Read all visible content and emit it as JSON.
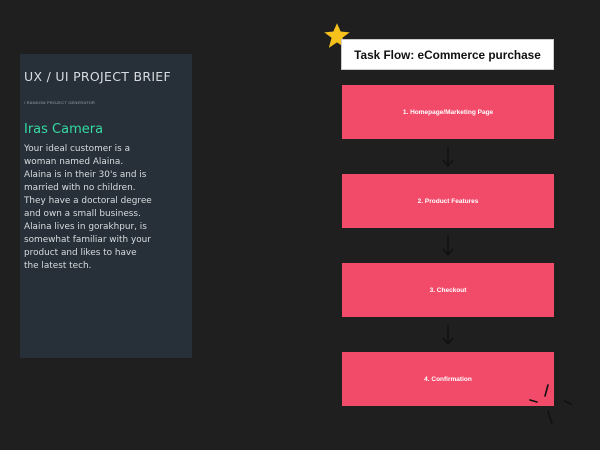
{
  "brief": {
    "title": "UX / UI PROJECT BRIEF",
    "subtitle": "/ RANDOM PROJECT GENERATOR",
    "name": "Iras Camera",
    "body": "Your ideal customer is a woman named Alaina. Alaina is in their 30's and is married with no children. They have a doctoral degree and own a small business. Alaina lives in gorakhpur, is somewhat familiar with your product and likes to have the latest tech."
  },
  "task_flow": {
    "title": "Task Flow: eCommerce purchase",
    "steps": [
      {
        "label": "1. Homepage/Marketing Page"
      },
      {
        "label": "2. Product Features"
      },
      {
        "label": "3. Checkout"
      },
      {
        "label": "4. Confirmation"
      }
    ]
  },
  "colors": {
    "step_box": "#f24b6a",
    "brief_panel": "#273038",
    "accent_name": "#36d9a3",
    "star": "#f7c21b"
  }
}
